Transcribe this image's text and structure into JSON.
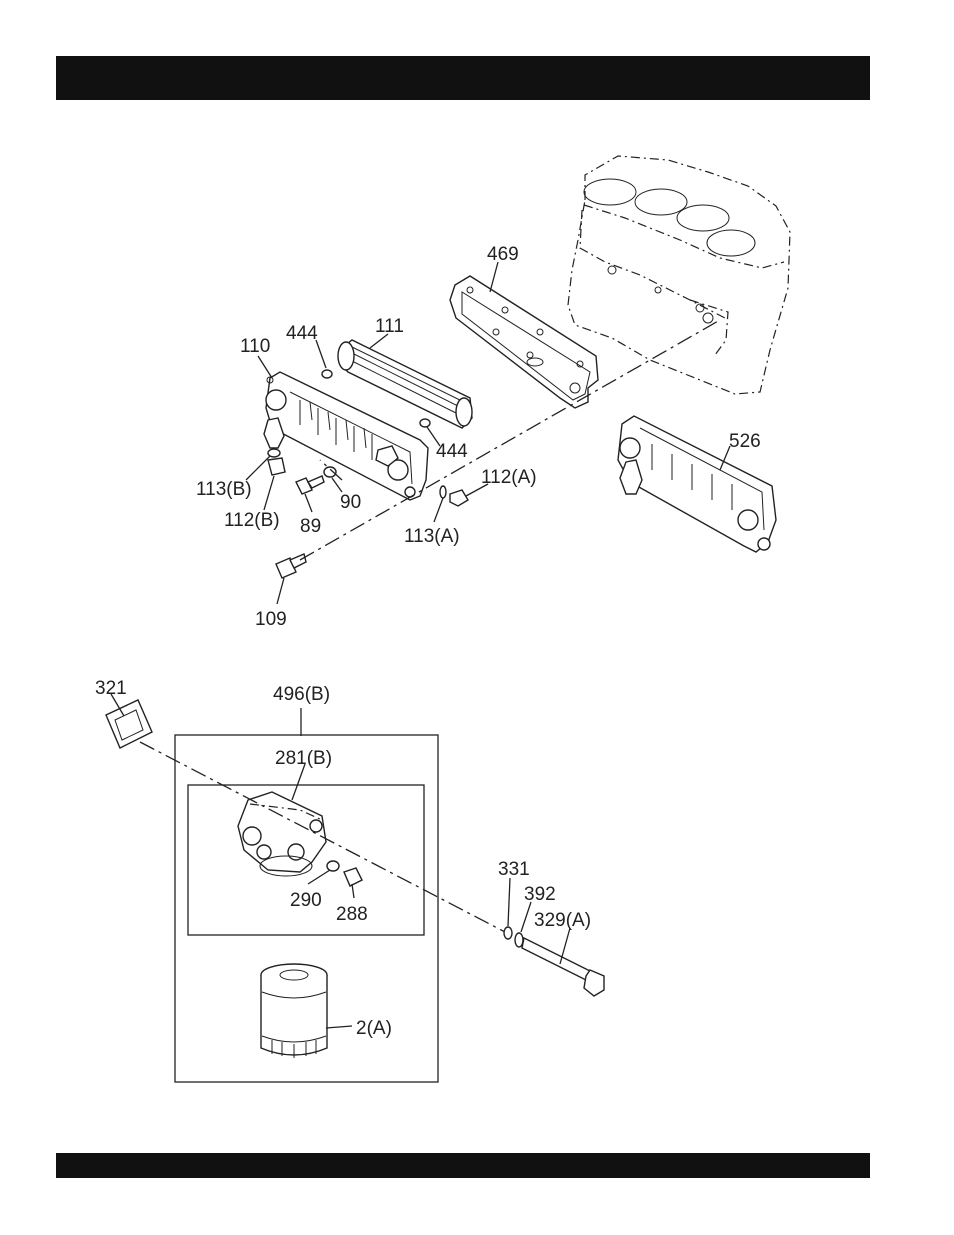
{
  "callouts": {
    "c469": "469",
    "c111": "111",
    "c444a": "444",
    "c110": "110",
    "c444b": "444",
    "c526": "526",
    "c113b": "113(B)",
    "c90": "90",
    "c112a": "112(A)",
    "c112b": "112(B)",
    "c89": "89",
    "c113a": "113(A)",
    "c109": "109",
    "c321": "321",
    "c496b": "496(B)",
    "c281b": "281(B)",
    "c290": "290",
    "c288": "288",
    "c331": "331",
    "c392": "392",
    "c329a": "329(A)",
    "c2a": "2(A)"
  }
}
